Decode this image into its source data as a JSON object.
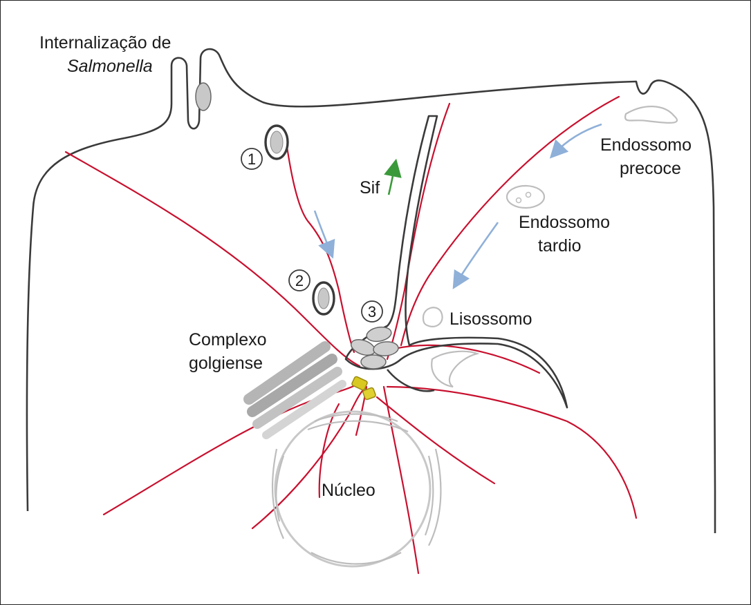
{
  "labels": {
    "internalization_line1": "Internalização de",
    "internalization_line2": "Salmonella",
    "endosome_early_line1": "Endossomo",
    "endosome_early_line2": "precoce",
    "endosome_late_line1": "Endossomo",
    "endosome_late_line2": "tardio",
    "lysosome": "Lisossomo",
    "golgi_line1": "Complexo",
    "golgi_line2": "golgiense",
    "nucleus": "Núcleo",
    "sif": "Sif"
  },
  "steps": [
    "1",
    "2",
    "3"
  ],
  "colors": {
    "microtubule": "#c8102e",
    "membrane": "#3a3a3a",
    "transport_arrow": "#8fb0d8",
    "sif_arrow": "#3a9a3a",
    "mtoc": "#d8c820"
  }
}
